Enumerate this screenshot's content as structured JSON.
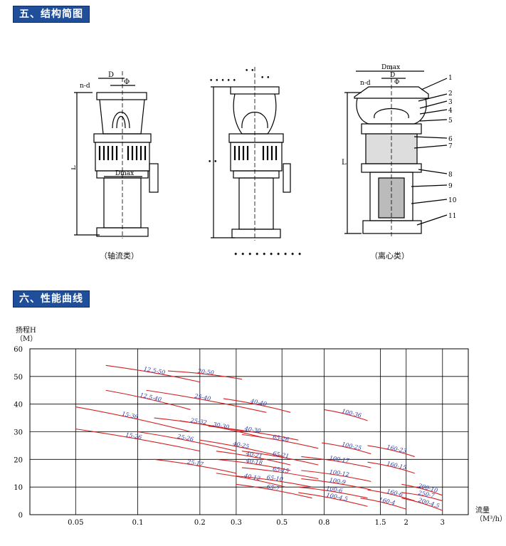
{
  "sections": {
    "structure_title": "五、结构简图",
    "curve_title": "六、性能曲线"
  },
  "drawings": {
    "axial": {
      "caption": "（轴流类）",
      "labels": {
        "d": "D",
        "phi": "Φ",
        "nd": "n-d",
        "l": "L",
        "dmax": "Dmax"
      }
    },
    "middle": {
      "caption": "• • • • • • • • • •",
      "labels": {
        "top_left": "• • • • •",
        "top_dim": "• •",
        "top_right": "• •",
        "l": "• •"
      }
    },
    "centrifugal": {
      "caption": "（离心类）",
      "labels": {
        "dmax": "Dmax",
        "d": "D",
        "phi": "Φ",
        "nd": "n-d",
        "l": "L"
      },
      "part_numbers": [
        "1",
        "2",
        "3",
        "4",
        "5",
        "6",
        "7",
        "8",
        "9",
        "10",
        "11"
      ]
    }
  },
  "chart_data": {
    "type": "line",
    "ylabel_line1": "扬程H",
    "ylabel_line2": "（M）",
    "xlabel_line1": "流量",
    "xlabel_line2": "（M³/h）",
    "x_scale": "log",
    "y_ticks": [
      "0",
      "10",
      "20",
      "30",
      "40",
      "50",
      "60"
    ],
    "x_ticks": [
      "0.05",
      "0.1",
      "0.2",
      "0.3",
      "0.5",
      "0.8",
      "1.5",
      "2",
      "3"
    ],
    "xlim": [
      0.03,
      4
    ],
    "ylim": [
      0,
      60
    ],
    "grid": true,
    "line_color": "#d42020",
    "label_color": "#2a3aa8",
    "series": [
      {
        "name": "12.5-50",
        "x": [
          0.07,
          0.2
        ],
        "y": [
          54,
          48
        ]
      },
      {
        "name": "20-50",
        "x": [
          0.14,
          0.32
        ],
        "y": [
          52,
          49
        ]
      },
      {
        "name": "12.5-40",
        "x": [
          0.07,
          0.18
        ],
        "y": [
          45,
          38
        ]
      },
      {
        "name": "25-40",
        "x": [
          0.11,
          0.42
        ],
        "y": [
          45,
          37
        ]
      },
      {
        "name": "40-40",
        "x": [
          0.26,
          0.55
        ],
        "y": [
          42,
          37
        ]
      },
      {
        "name": "15-36",
        "x": [
          0.05,
          0.18
        ],
        "y": [
          39,
          30
        ]
      },
      {
        "name": "25-32",
        "x": [
          0.12,
          0.33
        ],
        "y": [
          35,
          30
        ]
      },
      {
        "name": "30-30",
        "x": [
          0.16,
          0.4
        ],
        "y": [
          34,
          28
        ]
      },
      {
        "name": "40-30",
        "x": [
          0.22,
          0.6
        ],
        "y": [
          32,
          27
        ]
      },
      {
        "name": "100-36",
        "x": [
          0.8,
          1.3
        ],
        "y": [
          38,
          34
        ]
      },
      {
        "name": "15-26",
        "x": [
          0.05,
          0.2
        ],
        "y": [
          31,
          23
        ]
      },
      {
        "name": "25-26",
        "x": [
          0.1,
          0.3
        ],
        "y": [
          30,
          23
        ]
      },
      {
        "name": "40-25",
        "x": [
          0.2,
          0.5
        ],
        "y": [
          27,
          21
        ]
      },
      {
        "name": "65-26",
        "x": [
          0.32,
          0.75
        ],
        "y": [
          29,
          24
        ]
      },
      {
        "name": "100-25",
        "x": [
          0.78,
          1.35
        ],
        "y": [
          26,
          22
        ]
      },
      {
        "name": "160-23",
        "x": [
          1.3,
          2.2
        ],
        "y": [
          25,
          21
        ]
      },
      {
        "name": "65-21",
        "x": [
          0.32,
          0.75
        ],
        "y": [
          23,
          18
        ]
      },
      {
        "name": "40-21",
        "x": [
          0.24,
          0.55
        ],
        "y": [
          23,
          18
        ]
      },
      {
        "name": "40-18",
        "x": [
          0.24,
          0.55
        ],
        "y": [
          20,
          16
        ]
      },
      {
        "name": "25-17",
        "x": [
          0.12,
          0.3
        ],
        "y": [
          20,
          15
        ]
      },
      {
        "name": "100-17",
        "x": [
          0.62,
          1.35
        ],
        "y": [
          21,
          17
        ]
      },
      {
        "name": "160-15",
        "x": [
          1.3,
          2.2
        ],
        "y": [
          19,
          15
        ]
      },
      {
        "name": "65-15",
        "x": [
          0.32,
          0.75
        ],
        "y": [
          17,
          13
        ]
      },
      {
        "name": "100-12",
        "x": [
          0.62,
          1.35
        ],
        "y": [
          16,
          12
        ]
      },
      {
        "name": "40-12",
        "x": [
          0.24,
          0.52
        ],
        "y": [
          15,
          10
        ]
      },
      {
        "name": "65-10",
        "x": [
          0.3,
          0.7
        ],
        "y": [
          14,
          10
        ]
      },
      {
        "name": "100-9",
        "x": [
          0.62,
          1.35
        ],
        "y": [
          13,
          9
        ]
      },
      {
        "name": "200-10",
        "x": [
          1.9,
          3.0
        ],
        "y": [
          11,
          7
        ]
      },
      {
        "name": "250-7",
        "x": [
          1.9,
          3.0
        ],
        "y": [
          8,
          5
        ]
      },
      {
        "name": "65-7",
        "x": [
          0.3,
          0.7
        ],
        "y": [
          11,
          6
        ]
      },
      {
        "name": "100-6",
        "x": [
          0.6,
          1.3
        ],
        "y": [
          10,
          6
        ]
      },
      {
        "name": "160-6",
        "x": [
          1.3,
          2.2
        ],
        "y": [
          9,
          5
        ]
      },
      {
        "name": "100-4.5",
        "x": [
          0.6,
          1.3
        ],
        "y": [
          8,
          3
        ]
      },
      {
        "name": "160-4",
        "x": [
          1.2,
          2.0
        ],
        "y": [
          6,
          2
        ]
      },
      {
        "name": "200-4.5",
        "x": [
          1.9,
          3.0
        ],
        "y": [
          6,
          1.5
        ]
      }
    ]
  }
}
